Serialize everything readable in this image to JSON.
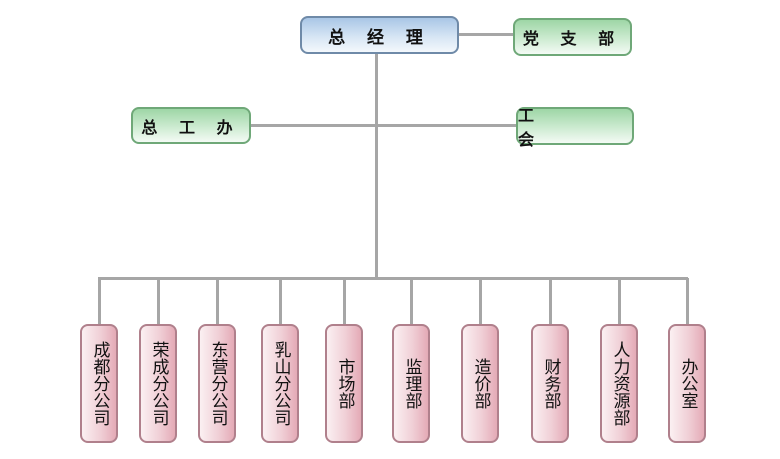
{
  "chart_title": "",
  "top": {
    "ceo": "总 经 理",
    "party_branch": "党 支 部",
    "chief_engineer_office": "总 工 办",
    "union": "工  会"
  },
  "departments": [
    {
      "label": "成都分公司"
    },
    {
      "label": "荣成分公司"
    },
    {
      "label": "东营分公司"
    },
    {
      "label": "乳山分公司"
    },
    {
      "label": "市场部"
    },
    {
      "label": "监理部"
    },
    {
      "label": "造价部"
    },
    {
      "label": "财务部"
    },
    {
      "label": "人力资源部"
    },
    {
      "label": "办公室"
    }
  ],
  "colors": {
    "ceo_fill": "#c3d8ef",
    "side_fill": "#bfe4c5",
    "dept_fill": "#f0cfd6",
    "connector": "#a6a6a6"
  }
}
